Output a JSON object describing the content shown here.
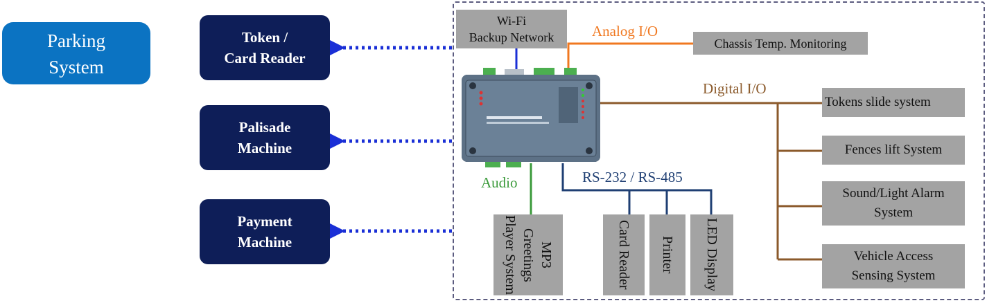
{
  "parking_system": {
    "line1": "Parking",
    "line2": "System"
  },
  "machines": [
    {
      "line1": "Token /",
      "line2": "Card Reader"
    },
    {
      "line1": "Palisade",
      "line2": "Machine"
    },
    {
      "line1": "Payment",
      "line2": "Machine"
    }
  ],
  "wifi": {
    "line1": "Wi-Fi",
    "line2": "Backup Network"
  },
  "analog_label": "Analog I/O",
  "chassis": "Chassis Temp. Monitoring",
  "digital_label": "Digital I/O",
  "digital_devices": [
    {
      "line1": "Tokens slide system",
      "line2": ""
    },
    {
      "line1": "Fences lift System",
      "line2": ""
    },
    {
      "line1": "Sound/Light Alarm",
      "line2": "System"
    },
    {
      "line1": "Vehicle Access",
      "line2": "Sensing System"
    }
  ],
  "audio_label": "Audio",
  "mp3": "MP3 Greetings Player System",
  "serial_label": "RS-232 / RS-485",
  "serial_devices": [
    "Card Reader",
    "Printer",
    "LED Display"
  ],
  "colors": {
    "parking": "#0b73c2",
    "navy": "#0e1e58",
    "dotted": "#1a2fd6",
    "analog": "#f07820",
    "digital": "#8b5a2b",
    "audio": "#3a9a3a",
    "serial": "#1f3f73",
    "wifi_line": "#1a2fd6",
    "box_gray": "#a3a3a3",
    "dash": "#5b5b7f"
  }
}
